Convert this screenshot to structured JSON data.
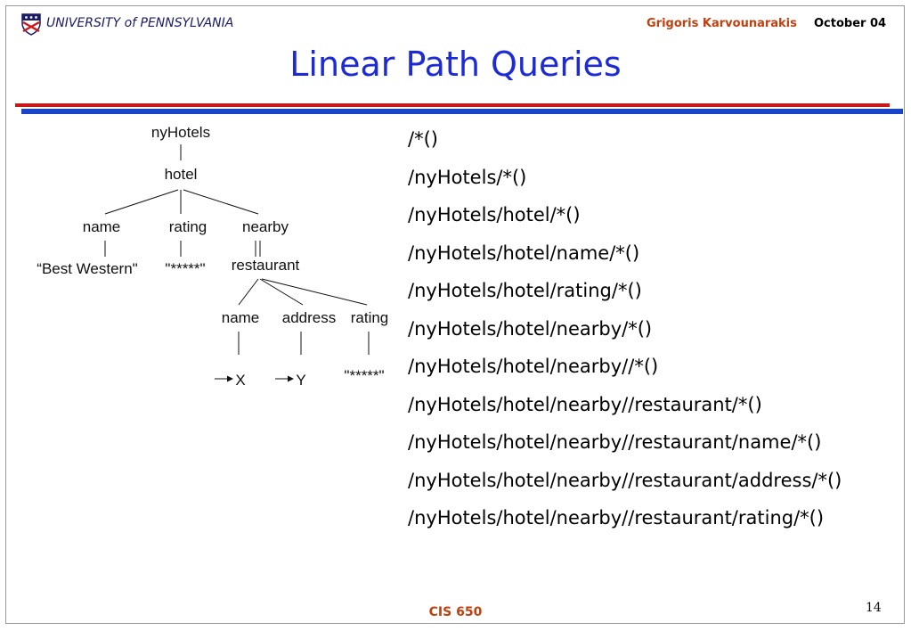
{
  "header": {
    "university": "UNIVERSITY of PENNSYLVANIA",
    "author": "Grigoris Karvounarakis",
    "date": "October 04"
  },
  "slide": {
    "title": "Linear Path Queries",
    "page_number": "14"
  },
  "footer": {
    "course": "CIS 650"
  },
  "tree": {
    "root": "nyHotels",
    "hotel": "hotel",
    "name": "name",
    "rating": "rating",
    "nearby": "nearby",
    "name_value": "“Best Western\"",
    "rating_value": "\"*****\"",
    "restaurant": "restaurant",
    "r_name": "name",
    "r_address": "address",
    "r_rating": "rating",
    "r_name_value": "X",
    "r_address_value": "Y",
    "r_rating_value": "\"*****\""
  },
  "queries": [
    "/*()",
    "/nyHotels/*()",
    "/nyHotels/hotel/*()",
    "/nyHotels/hotel/name/*()",
    "/nyHotels/hotel/rating/*()",
    "/nyHotels/hotel/nearby/*()",
    "/nyHotels/hotel/nearby//*()",
    "/nyHotels/hotel/nearby//restaurant/*()",
    "/nyHotels/hotel/nearby//restaurant/name/*()",
    "/nyHotels/hotel/nearby//restaurant/address/*()",
    "/nyHotels/hotel/nearby//restaurant/rating/*()"
  ],
  "colors": {
    "title": "#1d2bd6",
    "red_rule": "#c81818",
    "blue_rule": "#1a44c8",
    "accent_text": "#c04010"
  }
}
